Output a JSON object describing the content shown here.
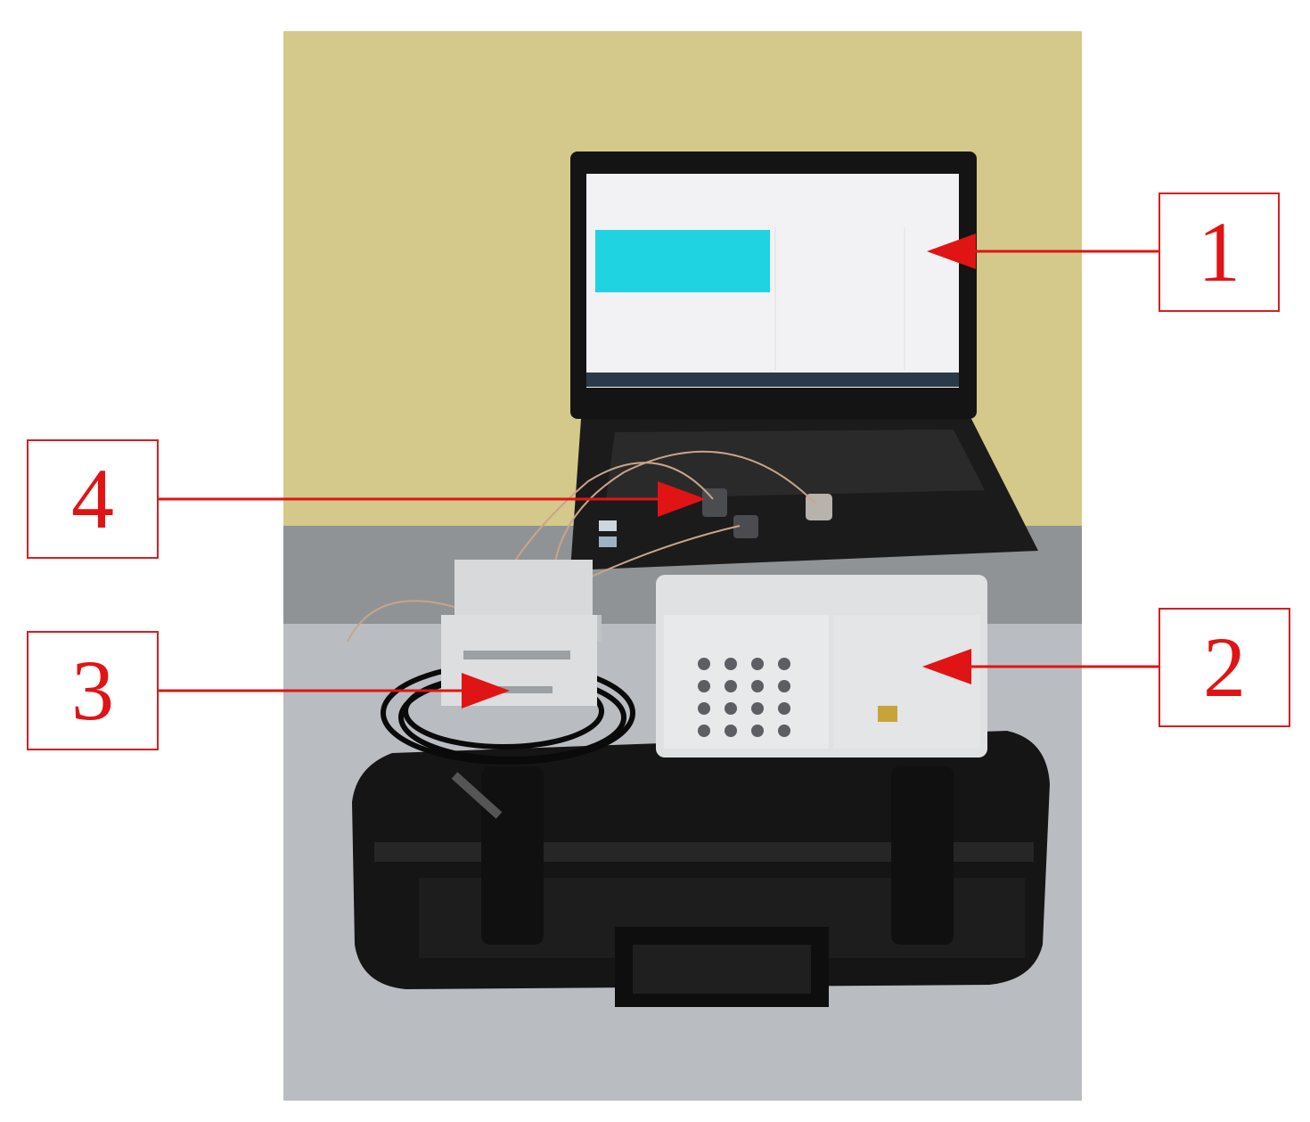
{
  "figure": {
    "description_colors": {
      "wall": "#d4c98a",
      "floor": "#b8bcc0",
      "case": "#141414",
      "callout_red": "#e01414",
      "screen_accent": "#1fd3e0"
    },
    "callouts": [
      {
        "label": "1",
        "target": "laptop-screen"
      },
      {
        "label": "2",
        "target": "data-acquisition-chassis"
      },
      {
        "label": "3",
        "target": "signal-amplifier"
      },
      {
        "label": "4",
        "target": "accelerometer-sensors"
      }
    ]
  }
}
